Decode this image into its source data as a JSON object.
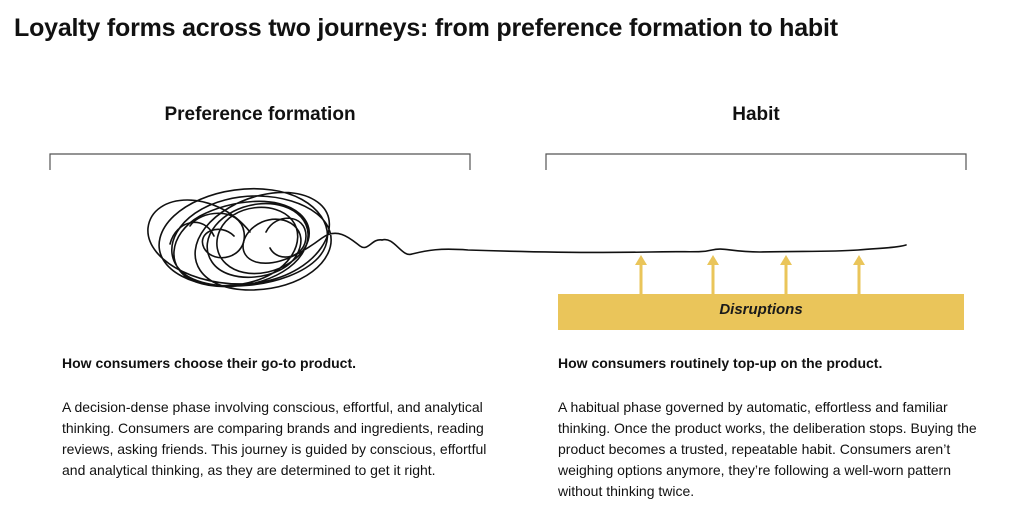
{
  "title": "Loyalty forms across two journeys: from preference formation to habit",
  "phases": {
    "preference": {
      "label": "Preference formation"
    },
    "habit": {
      "label": "Habit"
    }
  },
  "disruptions": {
    "label": "Disruptions",
    "color": "#EAC55A",
    "arrow_count": 4
  },
  "columns": {
    "left": {
      "heading": "How consumers choose their go-to product.",
      "body": "A decision-dense phase involving conscious, effortful, and analytical thinking.  Consumers are comparing brands and ingredients, reading reviews, asking friends. This journey is guided by conscious, effortful and analytical thinking, as they are determined to get it right."
    },
    "right": {
      "heading": "How consumers routinely top-up on the product.",
      "body": "A habitual phase governed by automatic, effortless and familiar thinking. Once the product works, the deliberation stops. Buying the product becomes a trusted, repeatable habit. Consumers aren’t weighing options anymore, they’re following a well-worn pattern without thinking twice."
    }
  }
}
